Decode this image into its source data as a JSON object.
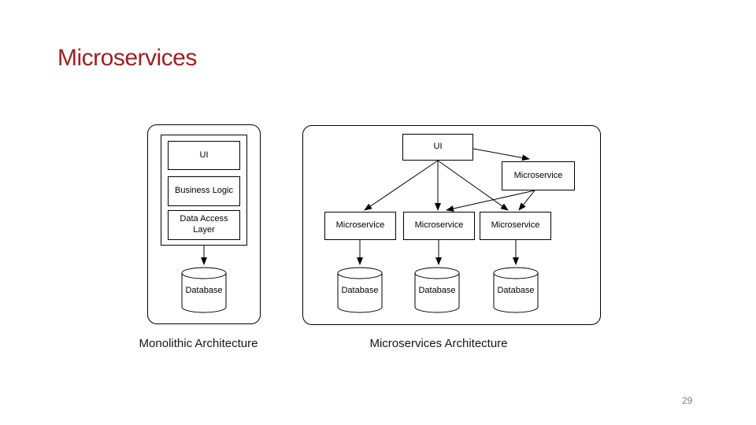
{
  "slide": {
    "title": "Microservices",
    "page_number": "29"
  },
  "colors": {
    "title_accent": "#A02020",
    "diagram_stroke": "#000000",
    "page_number_gray": "#808080"
  },
  "monolithic": {
    "caption": "Monolithic Architecture",
    "layers": {
      "ui": "UI",
      "business_logic": "Business Logic",
      "data_access": "Data Access Layer"
    },
    "database": "Database"
  },
  "microservices_diagram": {
    "caption": "Microservices Architecture",
    "ui": "UI",
    "gateway_service": "Microservice",
    "services": [
      "Microservice",
      "Microservice",
      "Microservice"
    ],
    "databases": [
      "Database",
      "Database",
      "Database"
    ]
  }
}
